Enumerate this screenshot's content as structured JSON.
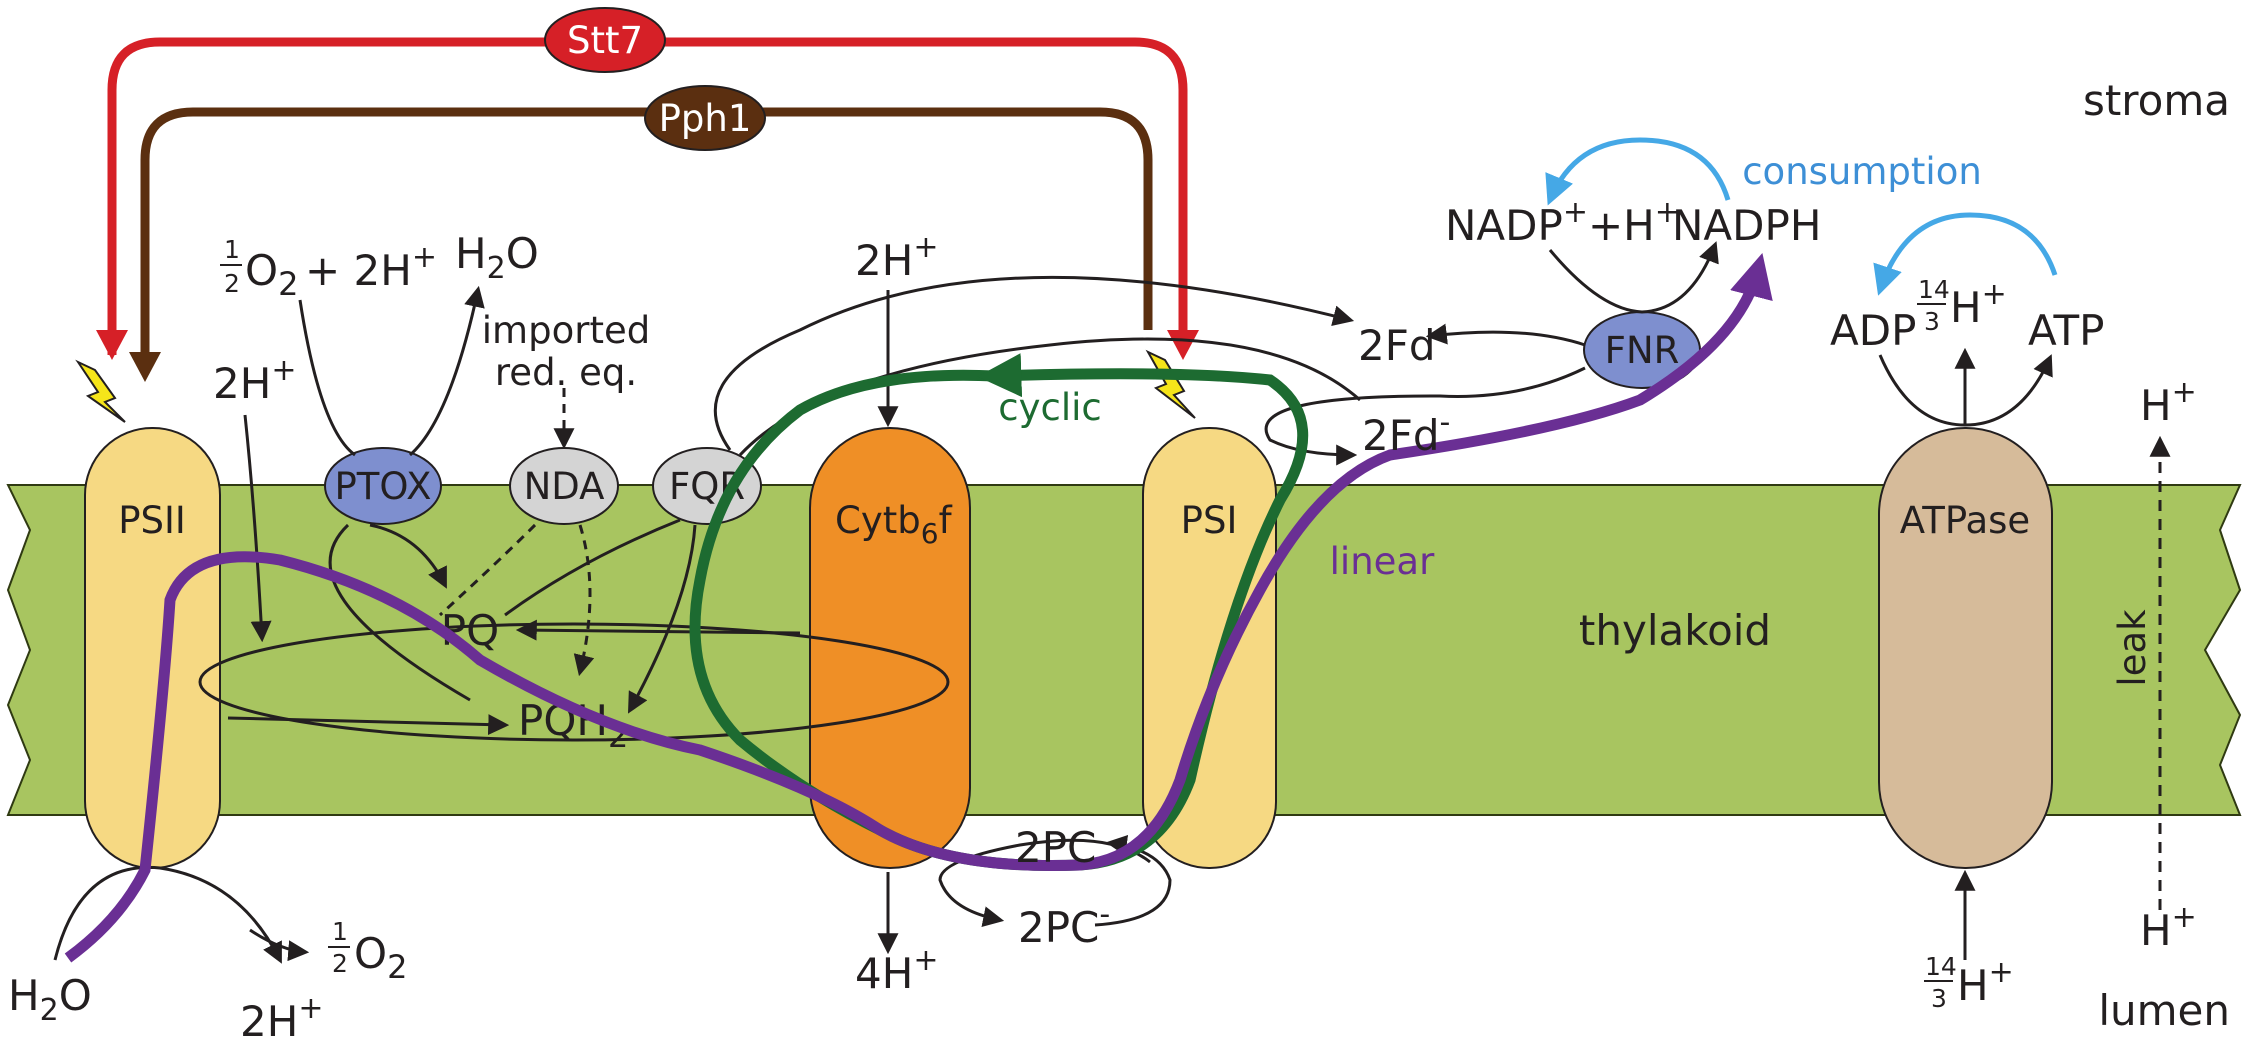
{
  "compartments": {
    "stroma": "stroma",
    "thylakoid": "thylakoid",
    "lumen": "lumen"
  },
  "kinases": {
    "stt7": "Stt7",
    "pph1": "Pph1"
  },
  "complexes": {
    "psii": "PSII",
    "ptox": "PTOX",
    "nda": "NDA",
    "fqr": "FQR",
    "cytb6f_main": "Cytb",
    "cytb6f_sub": "6",
    "cytb6f_tail": "f",
    "psi": "PSI",
    "fnr": "FNR",
    "atpase": "ATPase"
  },
  "pool": {
    "pq": "PQ",
    "pqh2_main": "PQH",
    "pqh2_sub": "2"
  },
  "metabolites": {
    "h2o_ptox_main": "H",
    "h2o_ptox_sub": "2",
    "h2o_ptox_tail": "O",
    "half_num": "1",
    "half_den": "2",
    "o2_main": "O",
    "o2_sub": "2",
    "plus_2h_ptox": "+ 2H",
    "plus_sup": "+",
    "imported_1": "imported",
    "imported_2": "red. eq.",
    "h_psii_in": "2H",
    "h_cyt_stroma": "2H",
    "h_cyt_lumen": "4H",
    "h2o_psii_main": "H",
    "h2o_psii_sub": "2",
    "h2o_psii_tail": "O",
    "h_psii_out": "2H",
    "fd_ox": "2Fd",
    "fd_red": "2Fd",
    "fd_minus": "-",
    "pc_ox": "2PC",
    "pc_red": "2PC",
    "pc_minus": "-",
    "nadp": "NADP",
    "plus_h": "+H",
    "nadph": "NADPH",
    "adp": "ADP",
    "atp": "ATP",
    "frac_num": "14",
    "frac_den": "3",
    "h": "H",
    "h_leak_top": "H",
    "h_leak_bottom": "H"
  },
  "pathways": {
    "cyclic": "cyclic",
    "linear": "linear",
    "consumption": "consumption",
    "leak": "leak"
  },
  "colors": {
    "membrane": "#a8c560",
    "psi_psii": "#f6d983",
    "cytb6f": "#ef8f26",
    "atpase": "#d6bb9a",
    "enzymes": "#7e8fcf",
    "grey_nodes": "#d4d4d4",
    "stt7": "#d62027",
    "pph1": "#5b2f10",
    "cyclic": "#1d6b31",
    "linear": "#6a2f94",
    "consumption": "#3d8fd6",
    "flash": "#f6e51a"
  }
}
